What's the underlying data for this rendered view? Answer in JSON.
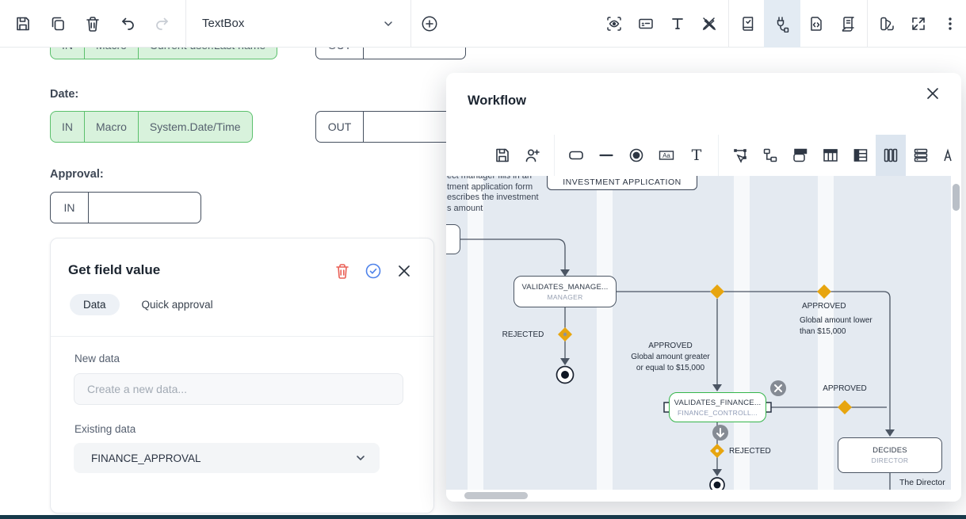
{
  "topbar": {
    "component_select": {
      "value": "TextBox"
    },
    "left_icons": [
      "save",
      "duplicate",
      "delete",
      "undo",
      "redo"
    ],
    "add_icon": "add-circle",
    "right_icons": [
      "preview-eye",
      "form-card",
      "text",
      "design-tools",
      "validation-book",
      "connections-plug",
      "code-file",
      "script-scroll",
      "theme-swatches",
      "fullscreen",
      "more-options"
    ],
    "active_right_icon": "connections-plug"
  },
  "form": {
    "rows": [
      {
        "in": "IN",
        "macro": "Macro",
        "value": "Current user.Last name",
        "out": "OUT"
      },
      {
        "label": "Date:",
        "in": "IN",
        "macro": "Macro",
        "value": "System.Date/Time",
        "out": "OUT"
      },
      {
        "label": "Approval:",
        "in": "IN"
      }
    ]
  },
  "panel": {
    "title": "Get field value",
    "icons": [
      "delete-trash",
      "confirm-check",
      "close-x"
    ],
    "tabs": [
      {
        "label": "Data",
        "active": true
      },
      {
        "label": "Quick approval",
        "active": false
      }
    ],
    "new_data": {
      "label": "New data",
      "placeholder": "Create a new data..."
    },
    "existing_data": {
      "label": "Existing data",
      "value": "FINANCE_APPROVAL"
    }
  },
  "workflow": {
    "title": "Workflow",
    "toolbar_icons": [
      "save",
      "add-user",
      "shape-rectangle",
      "shape-line",
      "shape-circle",
      "text-field",
      "text",
      "select-lasso",
      "connector-tree",
      "titled-shape",
      "table-columns",
      "table-rows",
      "lanes-vertical",
      "lanes-horizontal"
    ],
    "active_toolbar_icon": "lanes-vertical",
    "diagram": {
      "description_lines": [
        "ect manager fills in an",
        "tment application form",
        "escribes the investment",
        "s amount"
      ],
      "title_box": "INVESTMENT APPLICATION",
      "nodes": [
        {
          "title": "VALIDATES_MANAGE...",
          "subtitle": "MANAGER"
        },
        {
          "title": "VALIDATES_FINANCE...",
          "subtitle": "FINANCE_CONTROLL..."
        },
        {
          "title": "DECIDES",
          "subtitle": "DIRECTOR"
        }
      ],
      "labels": {
        "rejected_manager": "REJECTED",
        "approved_greater": {
          "title": "APPROVED",
          "line1": "Global amount greater",
          "line2": "or equal to $15,000"
        },
        "approved_lower": {
          "title": "APPROVED",
          "line1": "Global amount lower",
          "line2": "than $15,000"
        },
        "approved_finance": "APPROVED",
        "rejected_finance": "REJECTED",
        "footer_label": "The Director"
      }
    }
  },
  "colors": {
    "accent_green_bg": "#d8f2dc",
    "accent_green_border": "#5bc06c",
    "lane_fill": "#e4eaf1",
    "canvas_bg": "#f7f9fb",
    "diamond_gold": "#e7a50f",
    "connector": "#4b5563",
    "danger_red": "#ea5f55",
    "confirm_blue": "#4f83ea",
    "selected_node_green": "#35b54a",
    "bottom_bar": "#17394a",
    "active_tool_bg": "#dce5ef"
  }
}
